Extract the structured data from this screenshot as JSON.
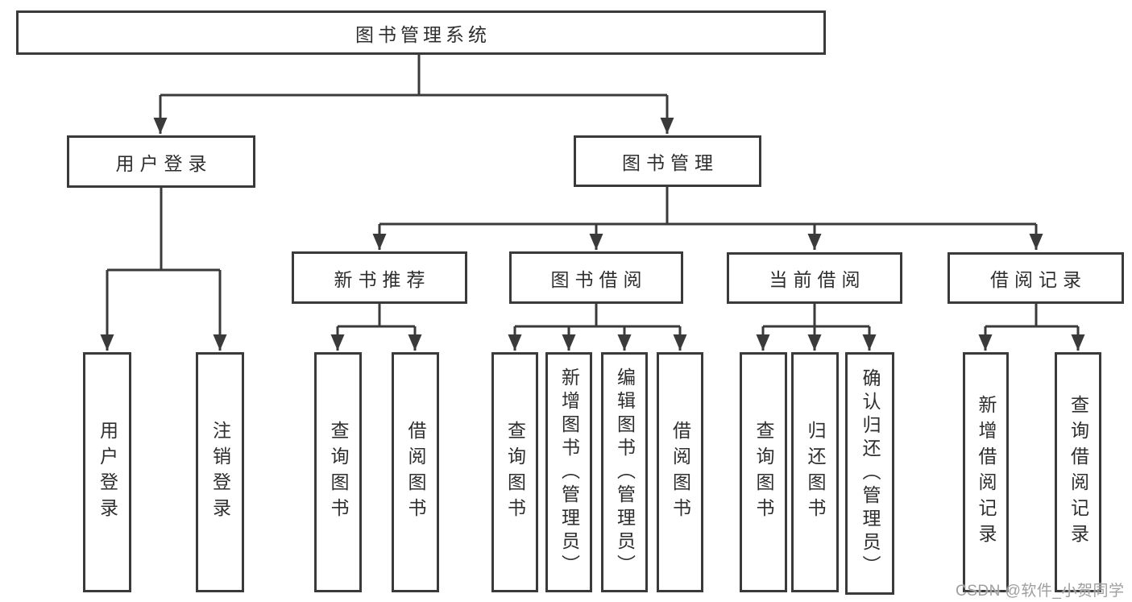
{
  "diagram": {
    "title_node": {
      "label": "图书管理系统"
    },
    "branches": [
      {
        "label": "用户登录"
      },
      {
        "label": "图书管理"
      }
    ],
    "sections": [
      {
        "label": "新书推荐"
      },
      {
        "label": "图书借阅"
      },
      {
        "label": "当前借阅"
      },
      {
        "label": "借阅记录"
      }
    ],
    "leaves": [
      {
        "label": "用户登录"
      },
      {
        "label": "注销登录"
      },
      {
        "label": "查询图书"
      },
      {
        "label": "借阅图书"
      },
      {
        "label": "查询图书"
      },
      {
        "label": "新增图书（管理员）"
      },
      {
        "label": "编辑图书（管理员）"
      },
      {
        "label": "借阅图书"
      },
      {
        "label": "查询图书"
      },
      {
        "label": "归还图书"
      },
      {
        "label": "确认归还（管理员）"
      },
      {
        "label": "新增借阅记录"
      },
      {
        "label": "查询借阅记录"
      }
    ]
  },
  "watermark": {
    "text": "CSDN @软件_小贺同学"
  },
  "colors": {
    "line": "#3a3a3a",
    "box_border": "#3a3a3a",
    "text": "#2e2e2e",
    "watermark": "#9e9e9e",
    "background": "#ffffff"
  }
}
